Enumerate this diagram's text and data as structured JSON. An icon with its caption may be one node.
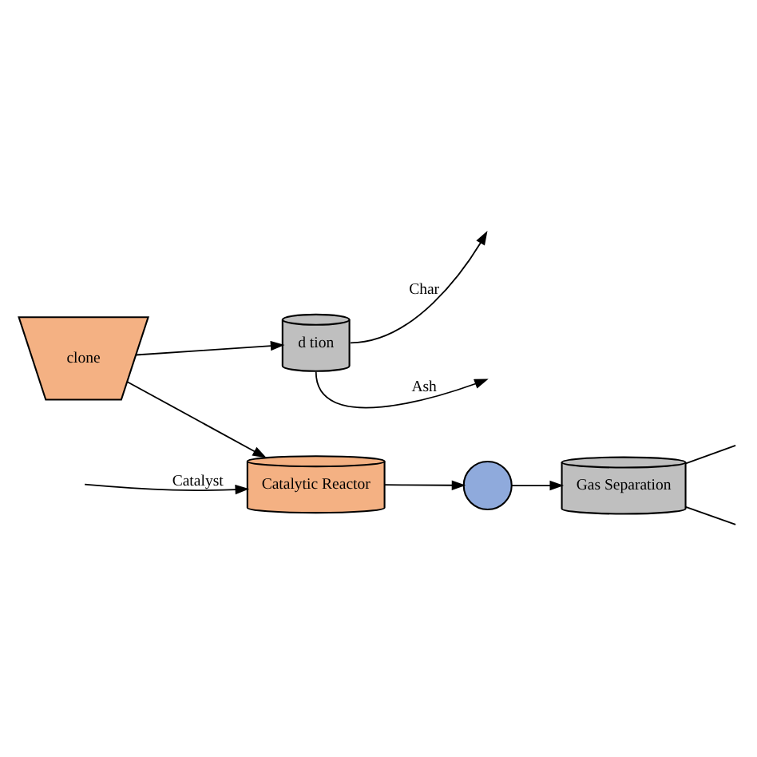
{
  "diagram": {
    "nodes": [
      {
        "text": [
          "clone"
        ]
      },
      {
        "text": [
          "Catalytic Reactor"
        ]
      },
      {
        "text": [],
        "shape": "circle"
      },
      {
        "text": [
          "Gas Separation"
        ]
      },
      {
        "text": [
          "d tion"
        ]
      }
    ],
    "edges": [
      {
        "from": null,
        "to": 1,
        "arrow": "to",
        "label": "Catalyst"
      },
      {
        "from": 0,
        "to": 1,
        "arrow": "to"
      },
      {
        "from": 1,
        "to": 2,
        "arrow": "to"
      },
      {
        "from": 2,
        "to": 3,
        "arrow": "to"
      },
      {
        "from": 3,
        "to": null,
        "arrow": "none"
      },
      {
        "from": 3,
        "to": null,
        "arrow": "none"
      },
      {
        "from": 0,
        "to": 4,
        "arrow": "to"
      },
      {
        "from": 4,
        "to": null,
        "arrow": "to",
        "label": "Ash"
      },
      {
        "from": 4,
        "to": null,
        "arrow": "to",
        "label": "Char"
      }
    ]
  }
}
